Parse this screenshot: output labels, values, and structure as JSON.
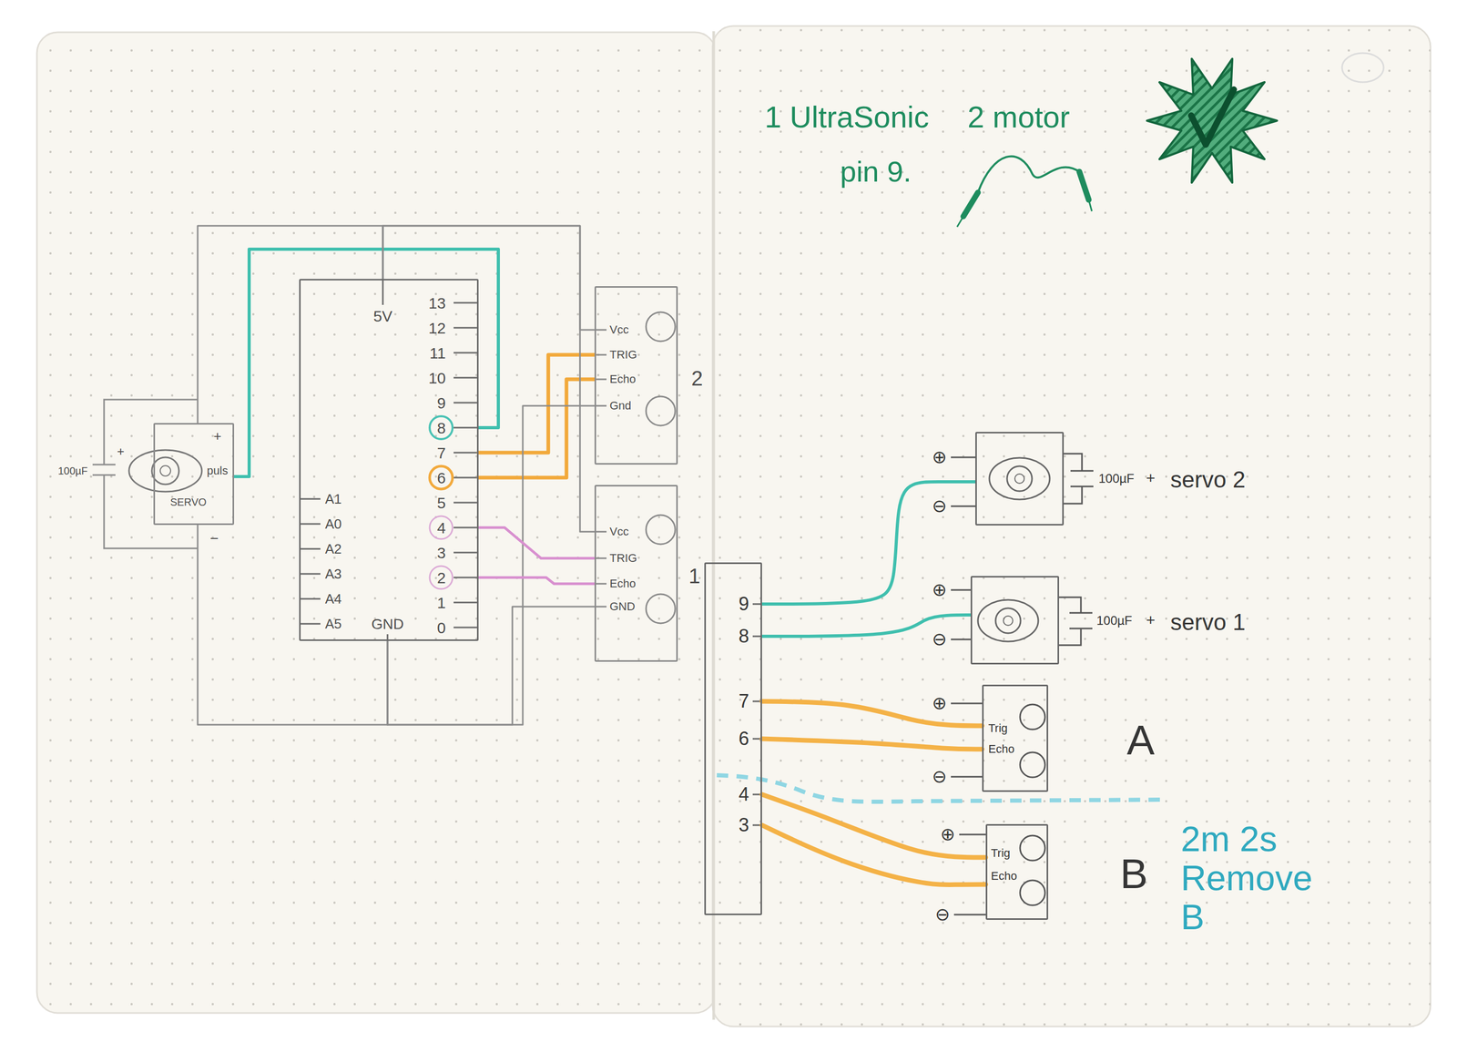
{
  "diagram": {
    "nodes": [
      {
        "text": [
          "5V",
          "13",
          "12",
          "11",
          "10",
          "9",
          "8",
          "7",
          "6",
          "5",
          "4",
          "3",
          "2",
          "1",
          "0",
          "A1",
          "A0",
          "A2",
          "A3",
          "A4",
          "A5",
          "GND"
        ]
      },
      {
        "text": [
          "+",
          "puls",
          "SERVO",
          "−"
        ]
      },
      {
        "text": [
          "Vcc",
          "TRIG",
          "Echo",
          "Gnd",
          "2"
        ]
      },
      {
        "text": [
          "Vcc",
          "TRIG",
          "Echo",
          "GND",
          "1"
        ]
      },
      {
        "text": [
          "servo 2"
        ]
      },
      {
        "text": [
          "9",
          "8",
          "7",
          "6",
          "4",
          "3"
        ]
      },
      {
        "text": [
          "servo 1"
        ]
      },
      {
        "text": [
          "Trig",
          "Echo",
          "A"
        ]
      },
      {
        "text": [
          "Trig",
          "Echo",
          "B"
        ]
      }
    ],
    "edges": [
      {
        "from": 0,
        "to": 1,
        "arrow": "none"
      },
      {
        "from": 0,
        "to": 1,
        "arrow": "none"
      },
      {
        "from": 0,
        "to": 1,
        "arrow": "none"
      },
      {
        "from": 0,
        "to": 2,
        "arrow": "none"
      },
      {
        "from": 0,
        "to": 2,
        "arrow": "none"
      },
      {
        "from": 0,
        "to": 2,
        "arrow": "none"
      },
      {
        "from": 0,
        "to": 2,
        "arrow": "none"
      },
      {
        "from": 0,
        "to": 3,
        "arrow": "none"
      },
      {
        "from": 0,
        "to": 3,
        "arrow": "none"
      },
      {
        "from": 0,
        "to": 3,
        "arrow": "none"
      },
      {
        "from": 0,
        "to": 3,
        "arrow": "none"
      },
      {
        "from": 5,
        "to": 4,
        "arrow": "none"
      },
      {
        "from": 5,
        "to": 6,
        "arrow": "none"
      },
      {
        "from": 5,
        "to": 7,
        "arrow": "none"
      },
      {
        "from": 5,
        "to": 7,
        "arrow": "none"
      },
      {
        "from": 5,
        "to": 8,
        "arrow": "none"
      },
      {
        "from": 5,
        "to": 8,
        "arrow": "none"
      }
    ],
    "labels": [
      "100µF",
      "+",
      "1 UltraSonic",
      "2 motor",
      "pin 9.",
      "⊕",
      "⊖",
      "100µF",
      "+",
      "⊕",
      "⊖",
      "100µF",
      "+",
      "⊕",
      "⊖",
      "⊕",
      "⊖",
      "2m 2s Remove B"
    ]
  }
}
